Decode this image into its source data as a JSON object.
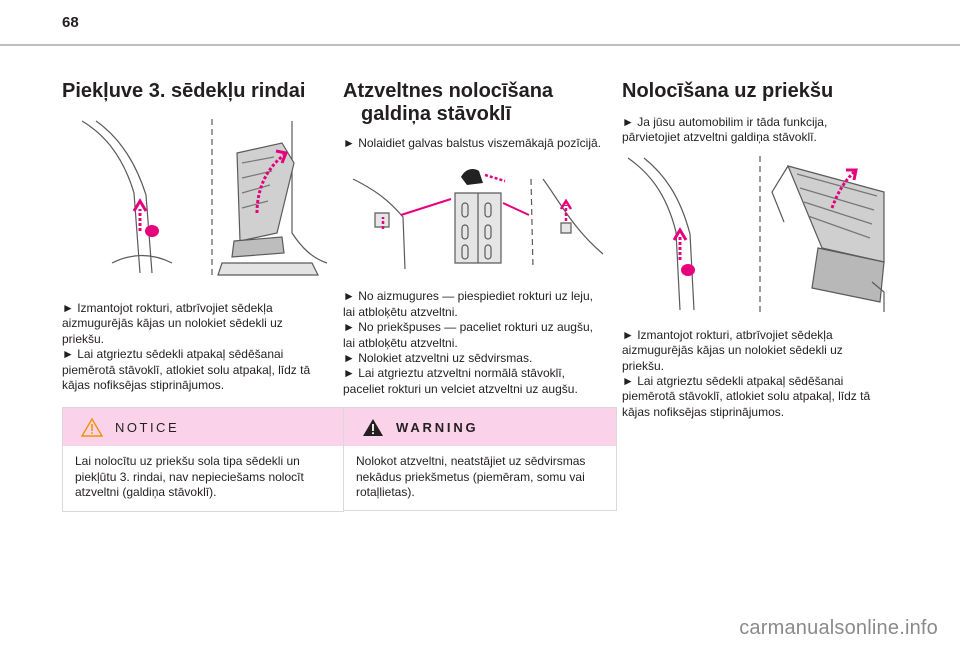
{
  "page_number": "68",
  "columns": [
    {
      "title": "Piekļuve 3. sēdekļu rindai",
      "figure": "rear-seat-lever-illustration",
      "lines": [
        "► Izmantojot rokturi, atbrīvojiet sēdekļa",
        "aizmugurējās kājas un nolokiet sēdekli uz",
        "priekšu.",
        "► Lai atgrieztu sēdekli atpakaļ sēdēšanai",
        "piemērotā stāvoklī, atlokiet solu atpakaļ, līdz tā",
        "kājas nofiksējas stiprinājumos."
      ],
      "notice": {
        "label": "NOTICE",
        "lines": [
          "Lai nolocītu uz priekšu sola tipa sēdekli un",
          "piekļūtu 3. rindai, nav nepieciešams nolocīt",
          "atzveltni (galdiņa stāvoklī)."
        ]
      }
    },
    {
      "title_lines": [
        "Atzveltnes nolocīšana",
        "galdiņa stāvoklī"
      ],
      "intro": "► Nolaidiet galvas balstus viszemākajā pozīcijā.",
      "figure": "backrest-lever-illustration",
      "lines": [
        "► No aizmugures — piespiediet rokturi uz leju,",
        "lai atbloķētu atzveltni.",
        "► No priekšpuses — paceliet rokturi uz augšu,",
        "lai atbloķētu atzveltni.",
        "► Nolokiet atzveltni uz sēdvirsmas.",
        "► Lai atgrieztu atzveltni normālā stāvoklī,",
        "paceliet rokturi un velciet atzveltni uz augšu."
      ],
      "warning": {
        "label": "WARNING",
        "lines": [
          "Nolokot atzveltni, neatstājiet uz sēdvirsmas",
          "nekādus priekšmetus (piemēram, somu vai",
          "rotaļlietas)."
        ]
      }
    },
    {
      "title": "Nolocīšana uz priekšu",
      "intro_lines": [
        "► Ja jūsu automobilim ir tāda funkcija,",
        "pārvietojiet atzveltni galdiņa stāvoklī."
      ],
      "figure": "forward-fold-illustration",
      "lines": [
        "► Izmantojot rokturi, atbrīvojiet sēdekļa",
        "aizmugurējās kājas un nolokiet sēdekli uz",
        "priekšu.",
        "► Lai atgrieztu sēdekli atpakaļ sēdēšanai",
        "piemērotā stāvoklī, atlokiet solu atpakaļ, līdz tā",
        "kājas nofiksējas stiprinājumos."
      ]
    }
  ],
  "watermark": "carmanualsonline.info",
  "colors": {
    "accent_pink": "#e6007e",
    "callout_bg": "#fad3ea",
    "rule": "#bfbfbf"
  }
}
